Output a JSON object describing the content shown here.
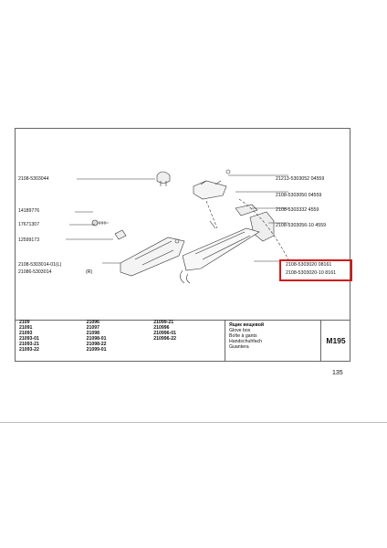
{
  "callouts": [
    "2108-5303044",
    "14189776",
    "17671307",
    "12599173",
    "2108-5303014-01(L)",
    "21086-5303014",
    "(R)",
    "21213-5303052 04559",
    "2108-5303050 04559",
    "2108-5303332 4559",
    "2108-5303056-10 4559",
    "2108-5303020 08161",
    "2108-5303020-10 8161"
  ],
  "models": [
    [
      "2109",
      "21096",
      "21099-21"
    ],
    [
      "21091",
      "21097",
      "210996"
    ],
    [
      "21093",
      "21098",
      "210996-01"
    ],
    [
      "21093-01",
      "21098-01",
      "210996-22"
    ],
    [
      "21093-21",
      "21098-22",
      ""
    ],
    [
      "21093-22",
      "21099-01",
      ""
    ]
  ],
  "part_names": {
    "ru": "Ящик вещевой",
    "en": "Glove box",
    "fr": "Boîte à gants",
    "de": "Handschuhfach",
    "it": "Guantera"
  },
  "section_code": "M195",
  "page_number": "135",
  "colors": {
    "highlight": "#d01a1a",
    "line": "#666666"
  }
}
